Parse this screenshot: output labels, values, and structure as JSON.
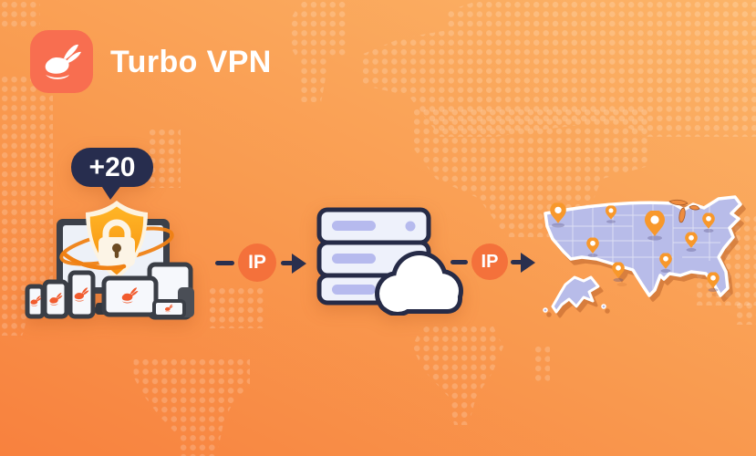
{
  "brand": {
    "name": "Turbo VPN"
  },
  "illustration": {
    "devices_badge": "+20",
    "hop1_label": "IP",
    "hop2_label": "IP",
    "map_pin_count": 9
  },
  "colors": {
    "background_top": "#fcb468",
    "background_bottom": "#f8813e",
    "logo_coral": "#f86e50",
    "navy": "#2a2f4e",
    "ip_orange": "#f4713b",
    "shield_orange": "#f9a01b",
    "shield_border_cream": "#fdf3e0",
    "server_fill": "#eef1fb",
    "server_accent": "#b6baee",
    "map_lavender": "#b8bce9",
    "pin_orange": "#f8982b",
    "rabbit_orange": "#f15b2e"
  }
}
